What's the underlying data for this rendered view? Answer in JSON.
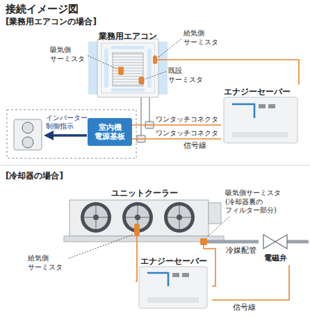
{
  "diagram": {
    "title": "接続イメージ図",
    "nodes": [
      {
        "text": [
          "業務用エアコン"
        ]
      },
      {
        "text": [
          "エナジーセーバー"
        ]
      },
      {
        "text": [
          "室内機 電源基板"
        ]
      },
      {
        "text": [
          "ユニットクーラー"
        ]
      },
      {
        "text": [
          "電磁弁"
        ]
      },
      {
        "text": [
          "エナジーセーバー"
        ]
      }
    ],
    "edges": [
      {
        "from": 0,
        "to": 1,
        "arrow": "none"
      },
      {
        "from": 1,
        "to": 2,
        "arrow": "none"
      },
      {
        "from": 1,
        "to": 2,
        "label": "信号線",
        "arrow": "none"
      },
      {
        "from": 3,
        "to": 4,
        "label": "冷媒配管",
        "arrow": "none"
      },
      {
        "from": 3,
        "to": 5,
        "arrow": "none"
      },
      {
        "from": 5,
        "to": 4,
        "label": "信号線",
        "arrow": "none"
      }
    ],
    "labels": [
      "[業務用エアコンの場合]",
      "吸気側 サーミスタ",
      "給気側 サーミスタ",
      "既設 サーミスタ",
      "ワンタッチコネクタ",
      "ワンタッチコネクタ",
      "インバーター 制御指示",
      "[冷却器の場合]",
      "吸気側サーミスタ (冷却器裏の フィルター部分)",
      "給気側 サーミスタ"
    ]
  }
}
